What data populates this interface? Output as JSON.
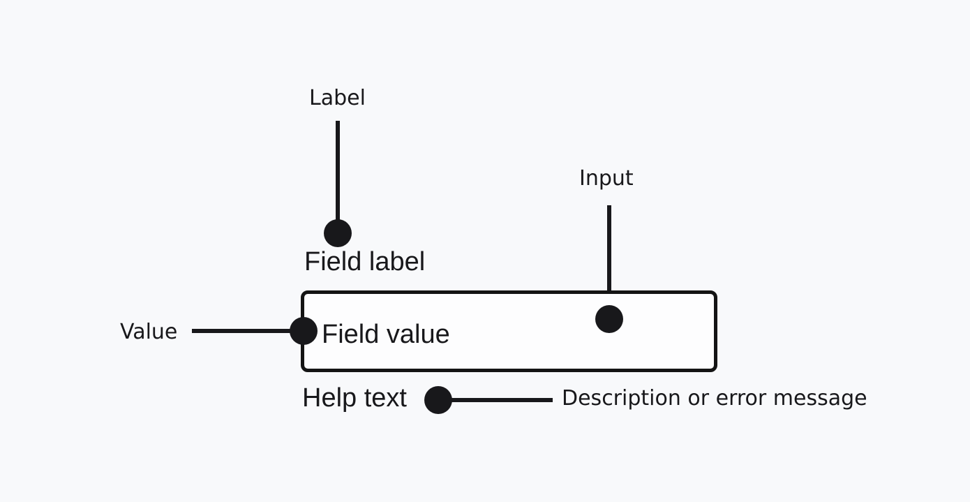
{
  "colors": {
    "background": "#f8f9fb",
    "ink": "#18181b",
    "box_fill": "#fdfdfe",
    "box_border": "#141414"
  },
  "field": {
    "label_text": "Field label",
    "value_text": "Field value",
    "help_text": "Help text"
  },
  "annotations": {
    "label": "Label",
    "input": "Input",
    "value": "Value",
    "description": "Description or error message"
  }
}
